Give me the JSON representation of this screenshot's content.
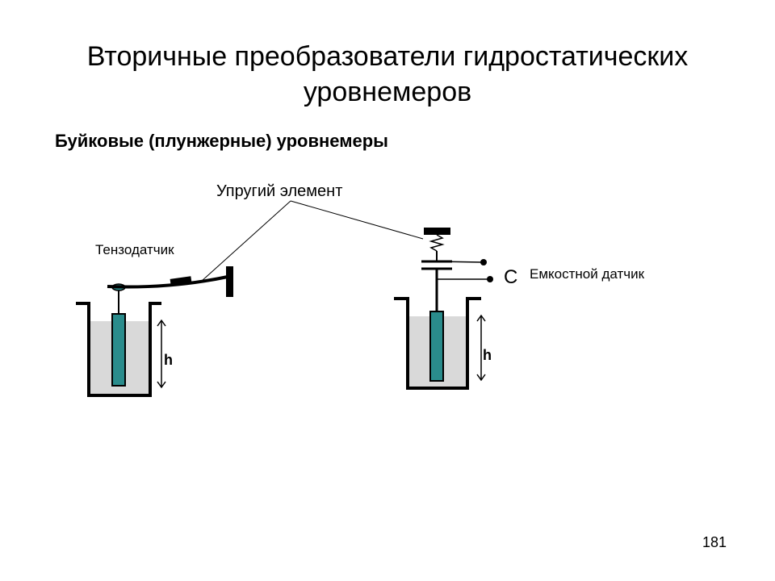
{
  "slide": {
    "title_line1": "Вторичные преобразователи  гидростатических",
    "title_line2": "уровнемеров",
    "subtitle": "Буйковые (плунжерные) уровнемеры",
    "page_number": "181"
  },
  "diagram": {
    "elastic_element_label": "Упругий элемент",
    "strain_gauge_label": "Тензодатчик",
    "capacitive_sensor_label": "Емкостной датчик",
    "capacitance_symbol": "С",
    "level_left": "h",
    "level_right": "h",
    "colors": {
      "liquid": "#d9d9d9",
      "float": "#2a8c8c",
      "outline": "#000000"
    }
  }
}
